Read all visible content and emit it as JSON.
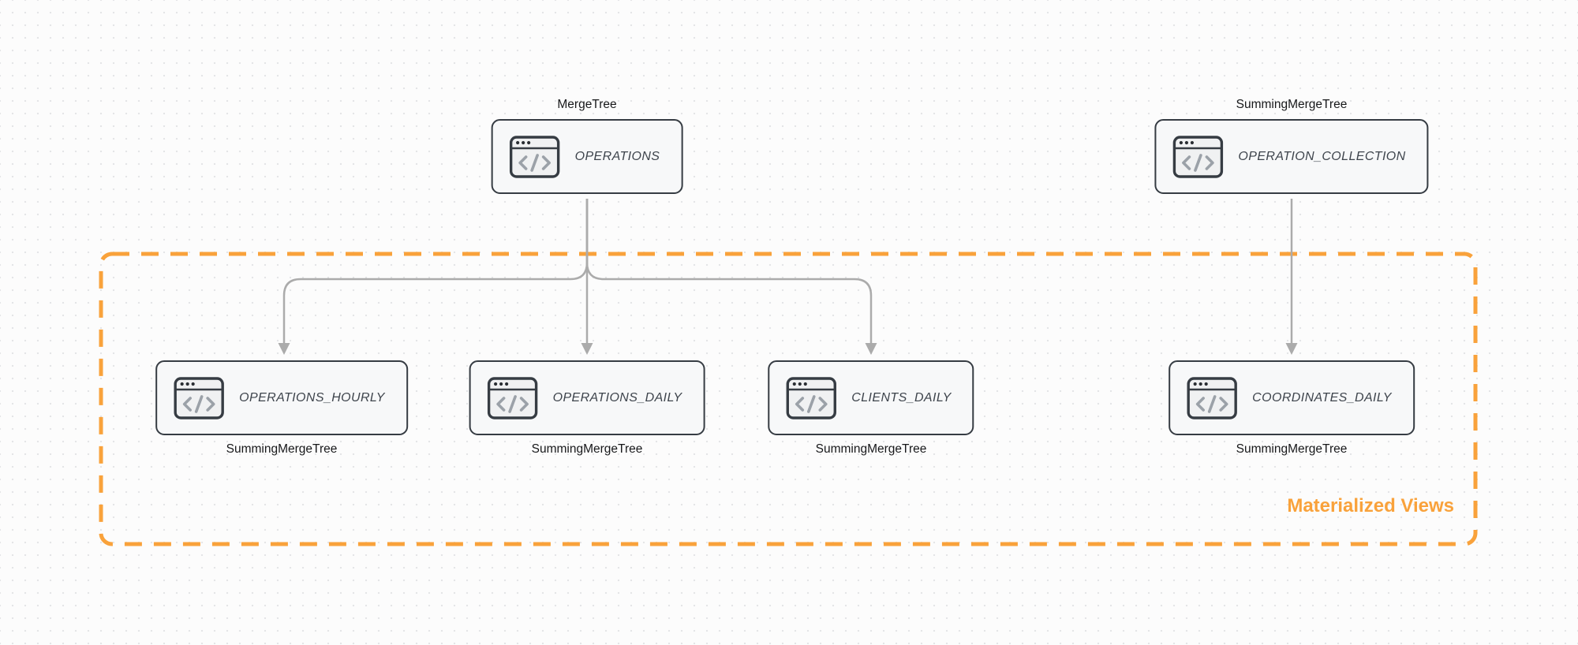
{
  "group": {
    "label": "Materialized Views"
  },
  "nodes": {
    "operations": {
      "label": "OPERATIONS",
      "engine": "MergeTree"
    },
    "operation_collection": {
      "label": "OPERATION_COLLECTION",
      "engine": "SummingMergeTree"
    },
    "operations_hourly": {
      "label": "OPERATIONS_HOURLY",
      "engine": "SummingMergeTree"
    },
    "operations_daily": {
      "label": "OPERATIONS_DAILY",
      "engine": "SummingMergeTree"
    },
    "clients_daily": {
      "label": "CLIENTS_DAILY",
      "engine": "SummingMergeTree"
    },
    "coordinates_daily": {
      "label": "COORDINATES_DAILY",
      "engine": "SummingMergeTree"
    }
  },
  "colors": {
    "accent": "#F9A23B",
    "edge": "#ABABAB",
    "node_border": "#363C43",
    "node_fill": "#F7F8F9",
    "bg": "#FCFCFC",
    "dot": "#E4E5E7",
    "text": "#17181A",
    "node_label": "#3E444C",
    "icon_glyph": "#9BA1A8"
  }
}
